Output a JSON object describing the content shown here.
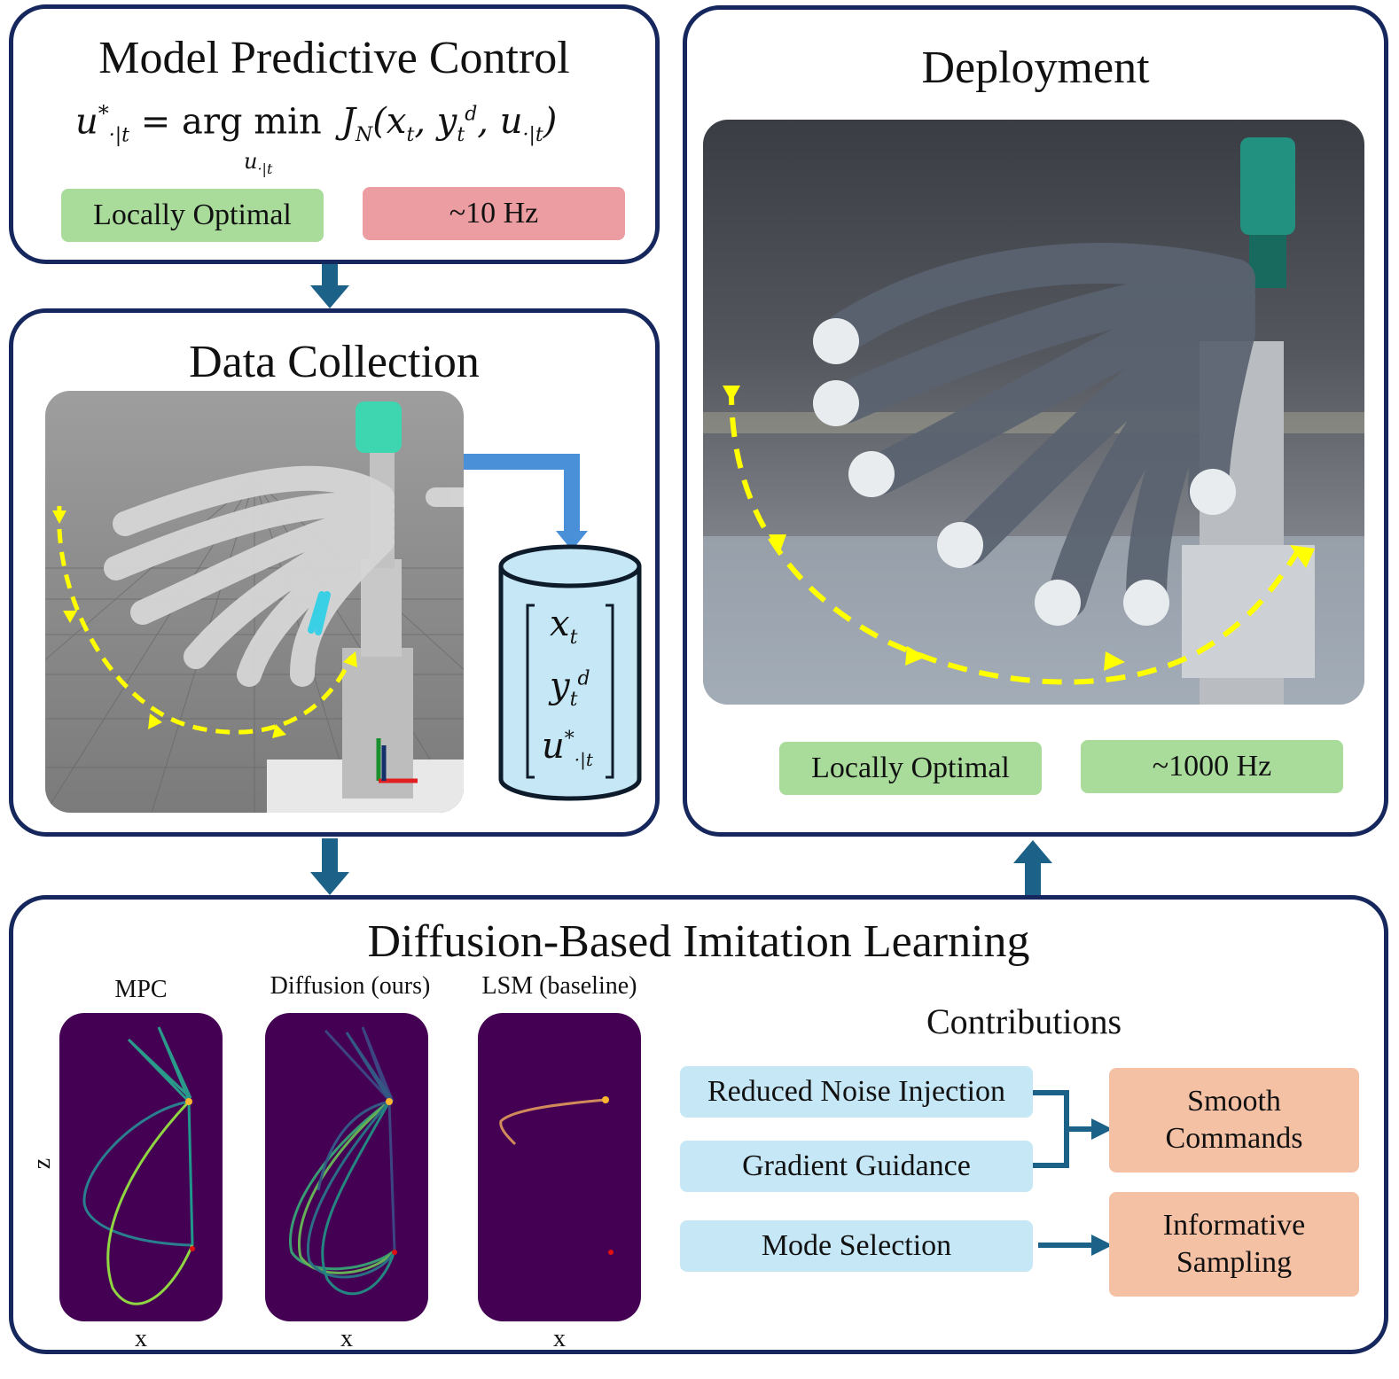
{
  "mpc": {
    "title": "Model Predictive Control",
    "formula_lhs": "u*·|t = arg min",
    "formula_rhs": "J_N(x_t, y_t^d, u·|t)",
    "formula_sub": "u·|t",
    "badge_left": "Locally Optimal",
    "badge_right": "~10 Hz"
  },
  "data_collection": {
    "title": "Data Collection",
    "db_rows": [
      "x_t",
      "y_t^d",
      "u*·|t"
    ]
  },
  "deployment": {
    "title": "Deployment",
    "badge_left": "Locally Optimal",
    "badge_right": "~1000 Hz"
  },
  "diffusion": {
    "title": "Diffusion-Based Imitation Learning",
    "plots": [
      {
        "label": "MPC",
        "xlabel": "x"
      },
      {
        "label": "Diffusion (ours)",
        "xlabel": "x"
      },
      {
        "label": "LSM (baseline)",
        "xlabel": "x"
      }
    ],
    "ylabel": "z",
    "contributions_title": "Contributions",
    "contributions": [
      "Reduced Noise Injection",
      "Gradient Guidance",
      "Mode Selection"
    ],
    "outcomes": [
      "Smooth Commands",
      "Informative Sampling"
    ]
  },
  "colors": {
    "border": "#15275c",
    "arrow": "#1c6187",
    "green": "#a9dc9b",
    "red": "#eb9da1",
    "blue": "#c6e7f5",
    "orange": "#f5c1a5",
    "plot_bg": "#440154",
    "trajectory": "#ffff00"
  }
}
